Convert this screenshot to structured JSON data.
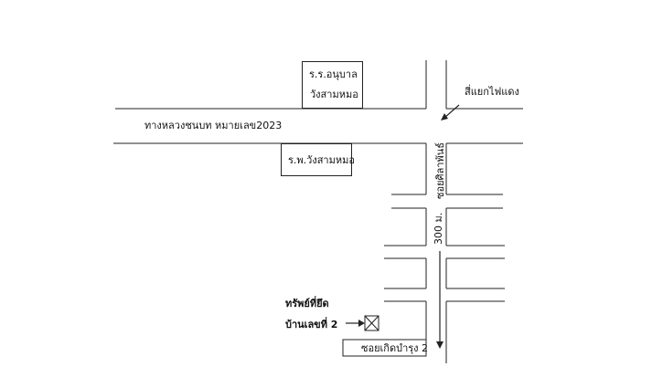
{
  "map": {
    "landmarks": {
      "school_line1": "ร.ร.อนุบาล",
      "school_line2": "วังสามหมอ",
      "hospital": "ร.พ.วังสามหมอ"
    },
    "roads": {
      "highway": "ทางหลวงชนบท หมายเลข2023",
      "soi_silapan": "ซอยศิลาพันธ์",
      "soi_koetbamrung": "ซอยเกิดบำรุง 2"
    },
    "annotations": {
      "intersection": "สี่แยกไฟแดง",
      "distance": "300 ม.",
      "property_title": "ทรัพย์ที่ยึด",
      "property_house": "บ้านเลขที่ 2"
    }
  }
}
